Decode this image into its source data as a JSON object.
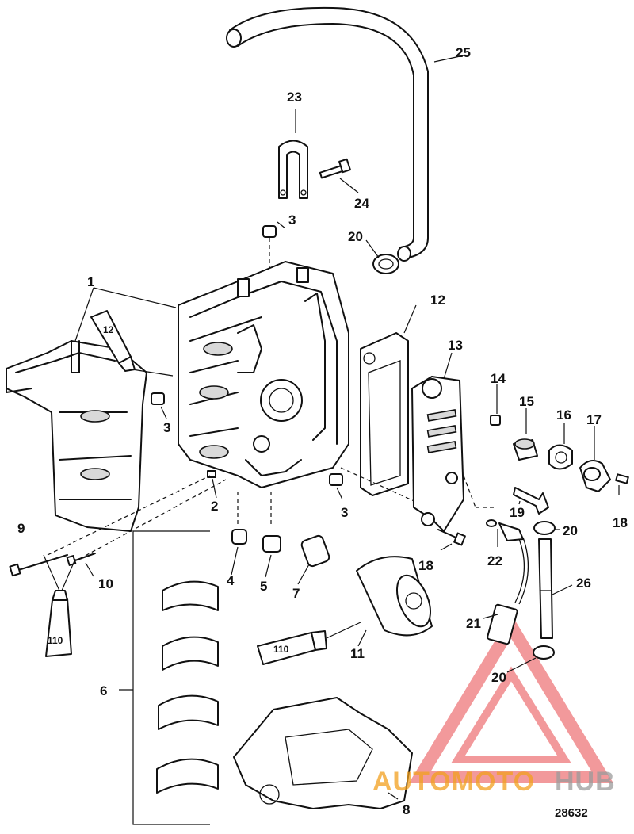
{
  "diagram": {
    "figure_number": "28632",
    "callouts": [
      "1",
      "2",
      "3",
      "3",
      "3",
      "4",
      "5",
      "6",
      "7",
      "8",
      "9",
      "10",
      "11",
      "12",
      "13",
      "14",
      "15",
      "16",
      "17",
      "18",
      "18",
      "19",
      "20",
      "20",
      "20",
      "21",
      "22",
      "23",
      "24",
      "25",
      "26"
    ],
    "tube_labels": [
      "12",
      "110",
      "110"
    ]
  },
  "watermark": {
    "text_a": "AUTOMOTO",
    "text_b": "HUB",
    "color_a": "#f2a01e",
    "color_b": "#9b9b9b",
    "logo_color": "#e8474a"
  }
}
